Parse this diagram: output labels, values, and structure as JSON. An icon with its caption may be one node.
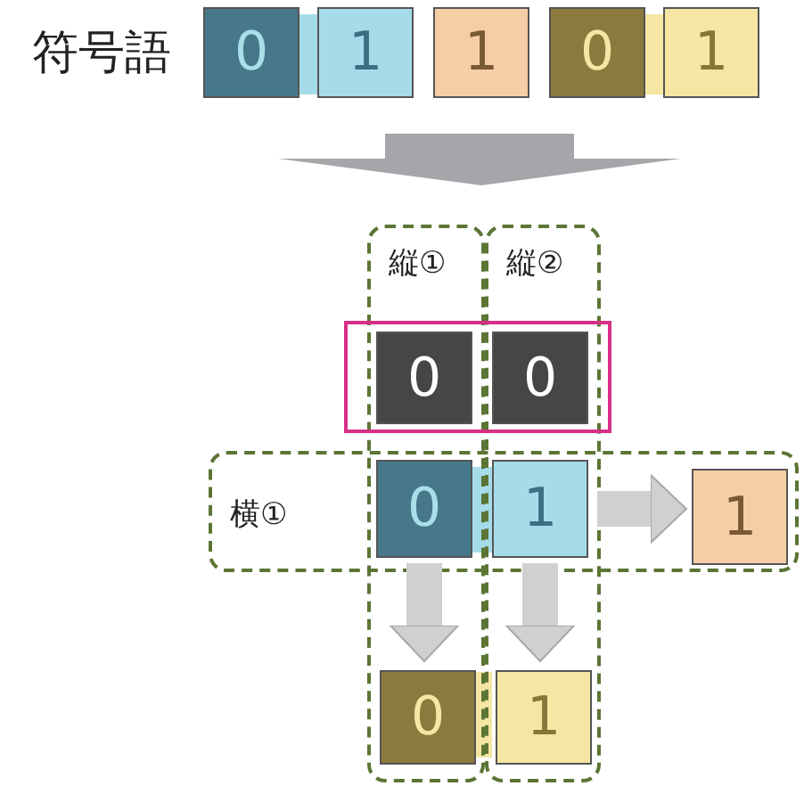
{
  "diagram": {
    "nodes": [
      {
        "text": [
          "0"
        ]
      },
      {
        "text": [
          "1"
        ]
      },
      {
        "text": [
          "1"
        ]
      },
      {
        "text": [
          "0"
        ]
      },
      {
        "text": [
          "1"
        ]
      },
      {
        "text": [
          "縦①"
        ]
      },
      {
        "text": [
          "縦②"
        ]
      },
      {
        "text": [],
        "shape": "box"
      },
      {
        "text": [
          "0"
        ]
      },
      {
        "text": [
          "0"
        ]
      },
      {
        "text": [
          "横①"
        ]
      },
      {
        "text": [
          "0"
        ]
      },
      {
        "text": [
          "1"
        ]
      },
      {
        "text": [
          "1"
        ],
        "in": 10
      },
      {
        "text": [
          "0"
        ],
        "in": 5
      },
      {
        "text": [
          "1"
        ],
        "in": 6
      }
    ],
    "edges": [
      {
        "from": 12,
        "to": 13,
        "arrow": "to"
      },
      {
        "from": 11,
        "to": 14,
        "arrow": "to"
      },
      {
        "from": 12,
        "to": 15,
        "arrow": "to"
      }
    ],
    "labels": [
      "符号語"
    ]
  }
}
